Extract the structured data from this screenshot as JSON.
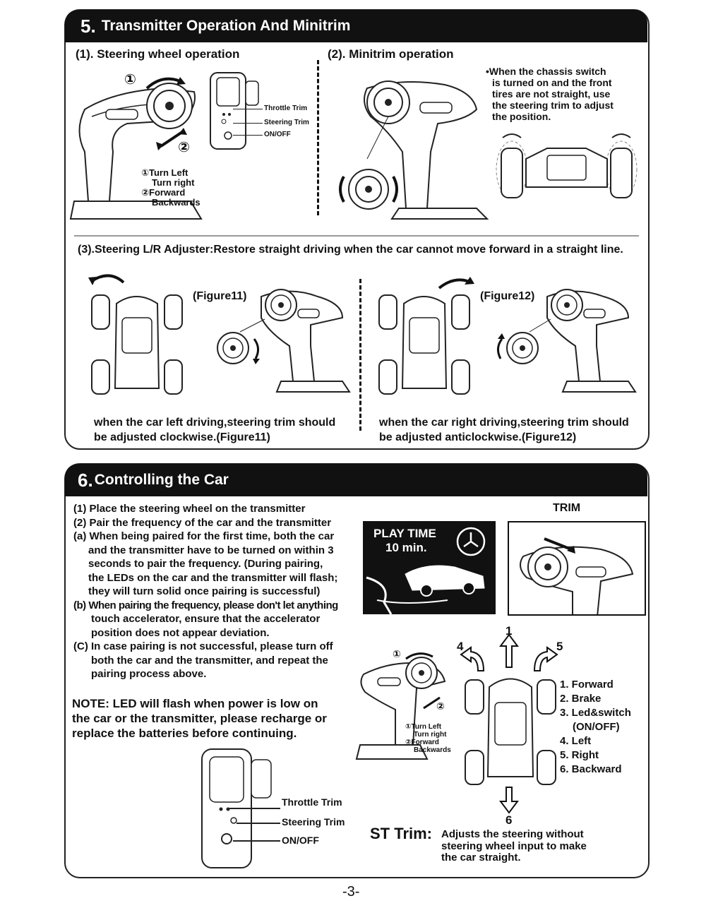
{
  "section5": {
    "number": "5.",
    "title": "Transmitter Operation And Minitrim",
    "steering": {
      "heading": "(1). Steering wheel operation",
      "circle1": "①",
      "circle2": "②",
      "legend1a": "①Turn Left",
      "legend1b": "Turn right",
      "legend2a": "②Forward",
      "legend2b": "Backwards",
      "callout_throttle": "Throttle Trim",
      "callout_steering": "Steering Trim",
      "callout_onoff": "ON/OFF"
    },
    "minitrim": {
      "heading": "(2). Minitrim  operation",
      "note": [
        "•When the chassis  switch",
        "is turned on and the front",
        "tires  are not straight, use",
        "the steering trim to  adjust",
        "the position."
      ]
    },
    "adjuster": {
      "heading": "(3).Steering L/R Adjuster:Restore straight driving when the car cannot move forward in a straight line.",
      "fig11_label": "(Figure11)",
      "fig12_label": "(Figure12)",
      "caption_left": [
        "when the car left driving,steering trim should",
        "be adjusted clockwise.(Figure11)"
      ],
      "caption_right": [
        "when the car right driving,steering trim should",
        "be adjusted anticlockwise.(Figure12)"
      ]
    }
  },
  "section6": {
    "number": "6.",
    "title": "Controlling the Car",
    "steps": [
      {
        "marker": "(1)",
        "text": "Place the steering wheel on the transmitter"
      },
      {
        "marker": "(2)",
        "text": "Pair the frequency of the car and the transmitter"
      },
      {
        "marker": "(a)",
        "text": "When being paired for the first time, both the car"
      },
      {
        "marker": "",
        "text": "and the transmitter have to be turned on within 3"
      },
      {
        "marker": "",
        "text": "seconds to pair the frequency. (During pairing,"
      },
      {
        "marker": "",
        "text": "the LEDs on the car and the transmitter will flash;"
      },
      {
        "marker": "",
        "text": "they will turn solid once pairing is successful)"
      },
      {
        "marker": "(b)",
        "text": "When pairing the frequency, please don't let anything"
      },
      {
        "marker": "",
        "text": "touch accelerator, ensure that the accelerator"
      },
      {
        "marker": "",
        "text": "position does not appear deviation."
      },
      {
        "marker": "(C)",
        "text": "In case pairing is not successful, please turn off"
      },
      {
        "marker": "",
        "text": "both the car and the transmitter, and repeat the"
      },
      {
        "marker": "",
        "text": "pairing process above."
      }
    ],
    "note": [
      "NOTE: LED will flash when power is low on",
      "the car or the transmitter, please recharge or",
      "replace the batteries before continuing."
    ],
    "playtime_line1": "PLAY TIME",
    "playtime_line2": "10 min.",
    "trim_label": "TRIM",
    "dir_numbers": [
      "1",
      "4",
      "5",
      "6"
    ],
    "controls": [
      "1. Forward",
      "2. Brake",
      "3. Led&switch",
      "(ON/OFF)",
      "4. Left",
      "5. Right",
      "6. Backward"
    ],
    "tx_legend1a": "①Turn Left",
    "tx_legend1b": "Turn right",
    "tx_legend2a": "②Forward",
    "tx_legend2b": "Backwards",
    "callout_throttle": "Throttle Trim",
    "callout_steering": "Steering Trim",
    "callout_onoff": "ON/OFF",
    "st_trim_label": "ST Trim:",
    "st_trim_text": [
      "Adjusts the steering without",
      "steering wheel input to make",
      "the car straight."
    ]
  },
  "page_number": "-3-"
}
